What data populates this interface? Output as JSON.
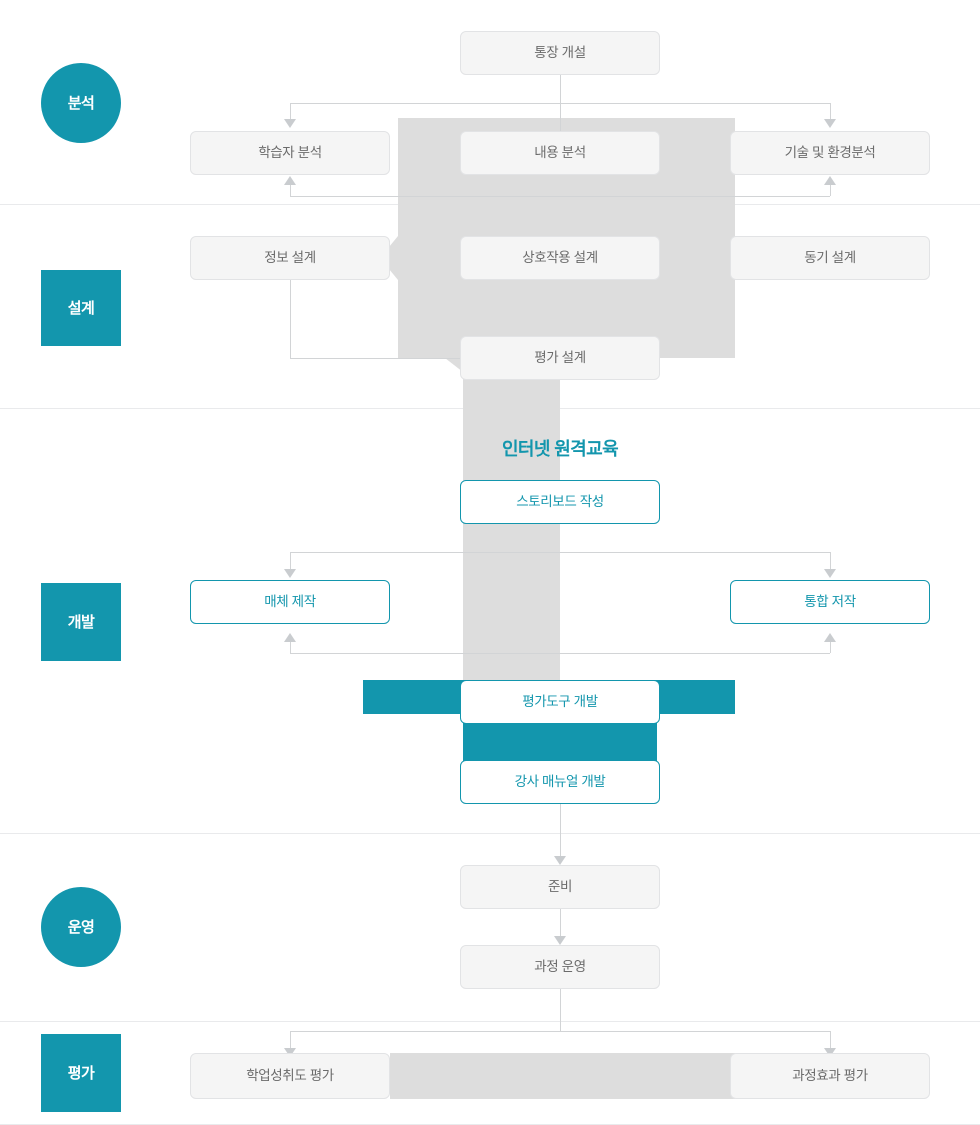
{
  "diagram": {
    "title": "인터넷 원격교육",
    "accent_color": "#1396ad",
    "box_grey_bg": "#f5f5f5",
    "box_grey_border": "#e2e3e5",
    "pipe_color": "#dddddd",
    "divider_color": "#e9eaec",
    "connector_color": "#d2d4d6"
  },
  "stages": [
    {
      "id": "analysis",
      "label": "분석",
      "shape": "circle"
    },
    {
      "id": "design",
      "label": "설계",
      "shape": "square"
    },
    {
      "id": "development",
      "label": "개발",
      "shape": "square"
    },
    {
      "id": "operation",
      "label": "운영",
      "shape": "circle"
    },
    {
      "id": "evaluation",
      "label": "평가",
      "shape": "square"
    }
  ],
  "nodes": {
    "account_open": "통장 개설",
    "learner_analysis": "학습자 분석",
    "content_analysis": "내용 분석",
    "tech_env_analysis": "기술 및 환경분석",
    "info_design": "정보 설계",
    "interaction_design": "상호작용 설계",
    "motivation_design": "동기 설계",
    "evaluation_design": "평가 설계",
    "storyboard": "스토리보드 작성",
    "media_production": "매체 제작",
    "integrated_authoring": "통합 저작",
    "assessment_tool_dev": "평가도구 개발",
    "instructor_manual": "강사 매뉴얼 개발",
    "preparation": "준비",
    "course_operation": "과정 운영",
    "achievement_eval": "학업성취도 평가",
    "course_effect_eval": "과정효과 평가"
  }
}
